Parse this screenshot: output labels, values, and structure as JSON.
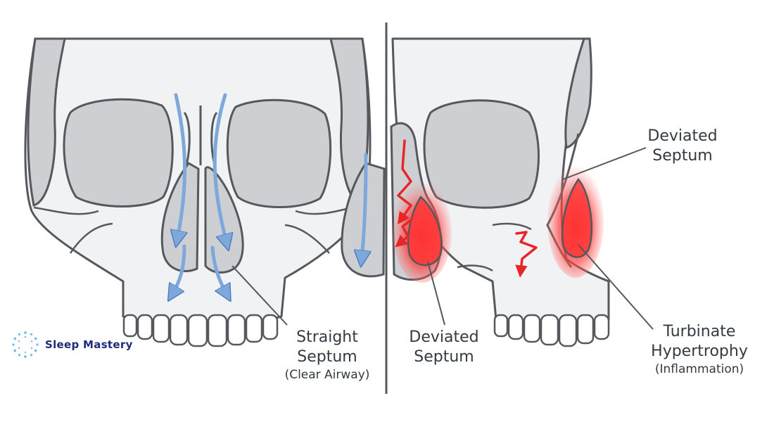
{
  "labels": {
    "straight_main": "Straight",
    "straight_main2": "Septum",
    "straight_sub": "(Clear Airway)",
    "deviated_center_1": "Deviated",
    "deviated_center_2": "Septum",
    "deviated_right_1": "Deviated",
    "deviated_right_2": "Septum",
    "turbinate_1": "Turbinate",
    "turbinate_2": "Hypertrophy",
    "turbinate_sub": "(Inflammation)"
  },
  "brand": {
    "name": "Sleep Mastery",
    "icon": "dotted-circle-icon"
  },
  "colors": {
    "bone_fill": "#f1f2f3",
    "bone_stroke": "#55585c",
    "shadow_fill": "#cdcfd2",
    "clear_airflow": "#7ea8dc",
    "obstructed_airflow": "#e8262a",
    "inflammation": "#ff3b3b",
    "brand": "#1d2d7a"
  }
}
